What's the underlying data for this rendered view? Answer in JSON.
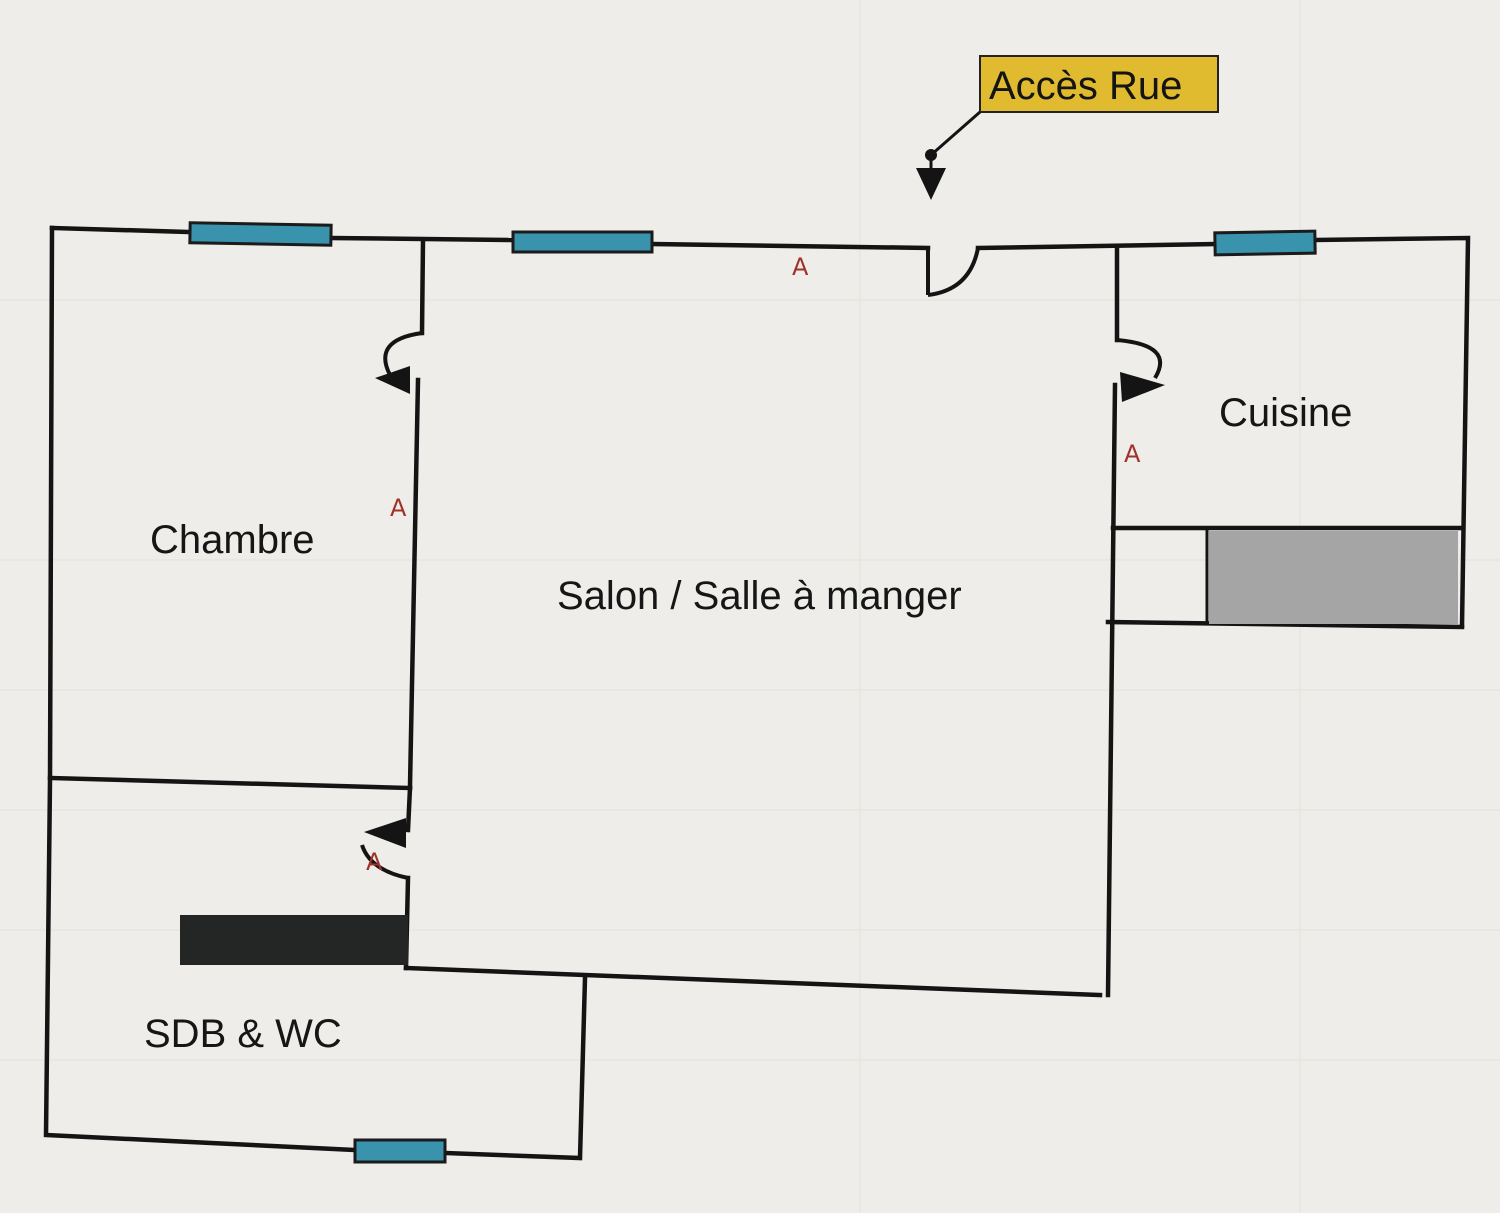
{
  "rooms": {
    "bedroom": "Chambre",
    "living_room": "Salon / Salle à manger",
    "kitchen": "Cuisine",
    "bathroom": "SDB & WC"
  },
  "entrance": {
    "label": "Accès Rue"
  },
  "markers": {
    "wall_code": "A"
  },
  "colors": {
    "background": "#eeede9",
    "wall": "#141414",
    "window": "#3a93ad",
    "entrance_box": "#e1bb2f",
    "marker": "#a1312a",
    "kitchen_counter": "#a5a5a5",
    "bath_fixture": "#242626"
  },
  "icons": {
    "entrance_pointer": "arrow-down-icon",
    "door_swing": "door-swing-icon",
    "window": "window-icon"
  }
}
